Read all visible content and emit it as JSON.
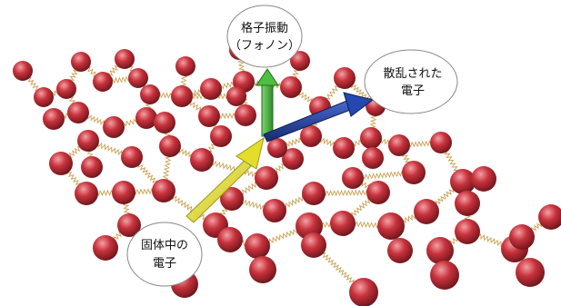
{
  "labels": {
    "phonon_line1": "格子振動",
    "phonon_line2": "（フォノン）",
    "scattered_line1": "散乱された",
    "scattered_line2": "電子",
    "incident_line1": "固体中の",
    "incident_line2": "電子"
  },
  "colors": {
    "atom": "#c8323c",
    "atom_dark": "#7a1c22",
    "atom_light": "#f08a8f",
    "spring": "#c8a050",
    "incident_arrow": "#e8e23a",
    "phonon_arrow": "#46b43c",
    "scattered_arrow": "#1e3c9a",
    "bubble_stroke": "#888888"
  }
}
